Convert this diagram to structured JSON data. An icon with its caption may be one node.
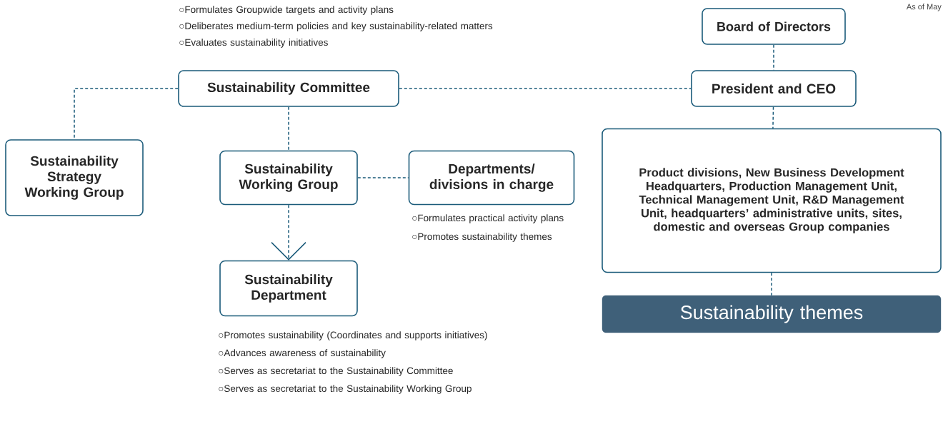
{
  "diagram": {
    "nodes": [
      {
        "text": [
          "Board of Directors"
        ]
      },
      {
        "text": [
          "Sustainability Committee"
        ],
        "beside": [
          "○Formulates Groupwide targets and activity plans",
          "○Deliberates medium-term policies and key sustainability-related matters",
          "○Evaluates sustainability initiatives"
        ]
      },
      {
        "text": [
          "President and CEO"
        ]
      },
      {
        "text": [
          "Sustainability Strategy Working Group"
        ]
      },
      {
        "text": [
          "Sustainability Working Group"
        ]
      },
      {
        "text": [
          "Departments/ divisions in charge"
        ],
        "beside": [
          "○Formulates practical activity plans",
          "○Promotes sustainability themes"
        ]
      },
      {
        "text": [
          "Product divisions, New Business Development Headquarters, Production Management Unit, Technical Management Unit, R&D Management Unit, headquarters’ administrative units, sites, domestic and overseas Group companies"
        ]
      },
      {
        "text": [
          "Sustainability Department"
        ],
        "beside": [
          "○Promotes sustainability (Coordinates and supports initiatives)",
          "○Advances awareness of sustainability",
          "○Serves as secretariat to the Sustainability Committee",
          "○Serves as secretariat to the Sustainability Working Group"
        ]
      },
      {
        "text": [
          "Sustainability themes"
        ]
      }
    ],
    "edges": [
      {
        "from": 0,
        "to": 2,
        "arrow": "none",
        "style": "dashed"
      },
      {
        "from": 1,
        "to": 2,
        "arrow": "none",
        "style": "dashed"
      },
      {
        "from": 1,
        "to": 3,
        "arrow": "none",
        "style": "dashed"
      },
      {
        "from": 1,
        "to": 4,
        "arrow": "none",
        "style": "dashed"
      },
      {
        "from": 4,
        "to": 5,
        "arrow": "none",
        "style": "dashed"
      },
      {
        "from": 4,
        "to": 7,
        "arrow": "to",
        "style": "dashed"
      },
      {
        "from": 2,
        "to": 6,
        "arrow": "none",
        "style": "dashed"
      },
      {
        "from": 6,
        "to": 8,
        "arrow": "none",
        "style": "dashed"
      }
    ],
    "labels": [
      "As of May"
    ]
  }
}
